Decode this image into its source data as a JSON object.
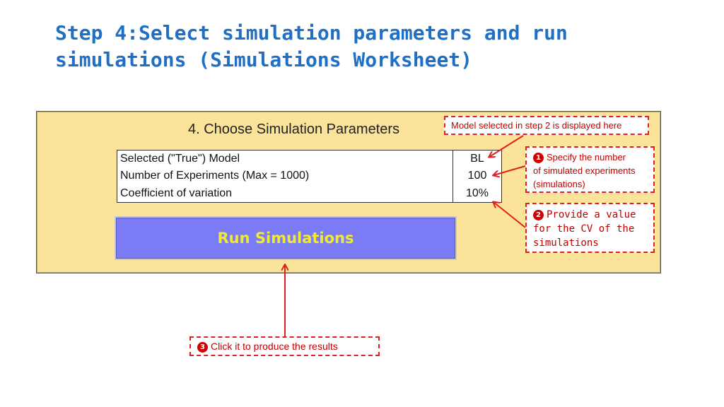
{
  "slide": {
    "title_line1": "Step 4:Select simulation parameters and run",
    "title_line2": "simulations (Simulations Worksheet)"
  },
  "panel": {
    "heading": "4. Choose Simulation Parameters",
    "params": [
      {
        "label": "Selected (\"True\") Model",
        "value": "BL"
      },
      {
        "label": "Number of Experiments (Max = 1000)",
        "value": "100"
      },
      {
        "label": "Coefficient of variation",
        "value": "10%"
      }
    ],
    "run_button_label": "Run Simulations"
  },
  "callouts": {
    "model": "Model selected in step 2 is displayed here",
    "c1_num": "1",
    "c1_line1": "Specify the number",
    "c1_line2": "of simulated experiments",
    "c1_line3": "(simulations)",
    "c2_num": "2",
    "c2_line1": "Provide a value",
    "c2_line2": "for the CV of the",
    "c2_line3": "simulations",
    "c3_num": "3",
    "c3_text": "Click it to produce the results"
  },
  "colors": {
    "title": "#1f6fc7",
    "panel_bg": "#fbe39a",
    "button_bg": "#7b7bf5",
    "button_text": "#f2ea2f",
    "callout": "#e02020"
  }
}
